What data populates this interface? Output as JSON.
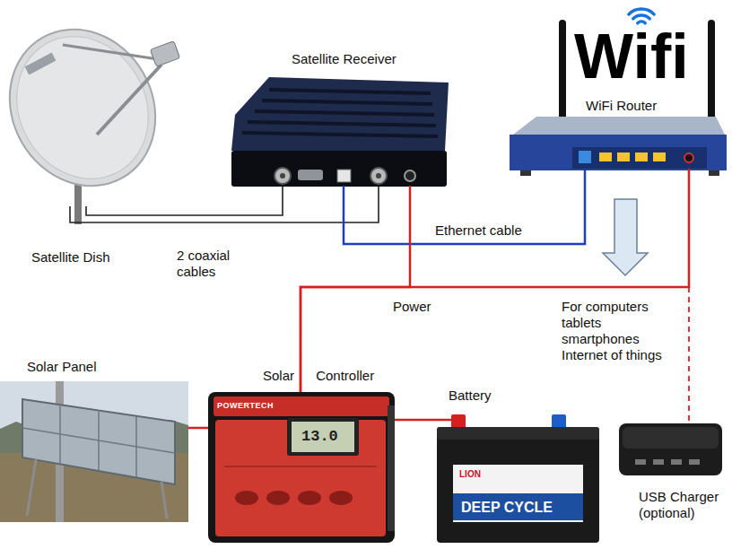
{
  "diagram": {
    "nodes": [
      {
        "text": [
          "Satellite Dish"
        ]
      },
      {
        "text": [
          "Satellite Receiver"
        ]
      },
      {
        "text": [
          "WiFi Router"
        ]
      },
      {
        "text": [
          "Solar Panel"
        ]
      },
      {
        "text": [
          "Solar Controller"
        ]
      },
      {
        "text": [
          "Battery"
        ]
      },
      {
        "text": [
          "USB Charger (optional)"
        ]
      }
    ],
    "edges": [
      {
        "from": 0,
        "to": 1,
        "label": "2 coaxial cables",
        "arrow": "none"
      },
      {
        "from": 1,
        "to": 2,
        "label": "Ethernet cable",
        "arrow": "none"
      },
      {
        "from": 4,
        "to": 1,
        "label": "Power",
        "arrow": "none"
      },
      {
        "from": 4,
        "to": 2,
        "arrow": "none"
      },
      {
        "from": 4,
        "to": 6,
        "arrow": "none"
      },
      {
        "from": 3,
        "to": 4,
        "arrow": "none"
      },
      {
        "from": 4,
        "to": 5,
        "arrow": "none"
      }
    ],
    "labels": [
      "Wifi",
      "For computers tablets smartphones Internet of things",
      "POWERTECH",
      "13.0",
      "LION",
      "DEEP CYCLE"
    ]
  }
}
